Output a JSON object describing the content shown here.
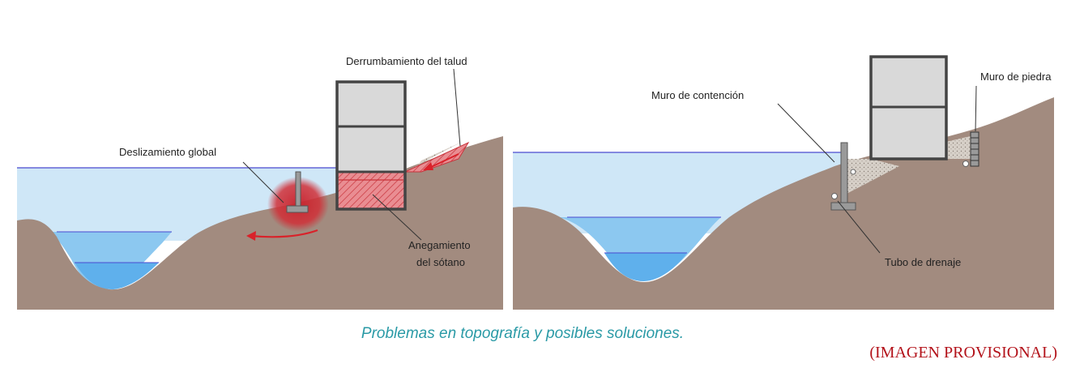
{
  "colors": {
    "ground": "#a28b7f",
    "water_light": "#cfe7f7",
    "water_mid": "#8cc8f0",
    "water_deep": "#5fb0ec",
    "water_line": "#4a4ad0",
    "building_fill": "#d9d9d9",
    "building_stroke": "#444444",
    "danger_red": "#d9222a",
    "fill_soil": "#cfc8c0",
    "caption": "#2a9aa6",
    "stamp": "#b3121a"
  },
  "left_panel": {
    "labels": {
      "slope_collapse": "Derrumbamiento del talud",
      "global_slide": "Deslizamiento global",
      "basement_flood_line1": "Anegamiento",
      "basement_flood_line2": "del sótano"
    }
  },
  "right_panel": {
    "labels": {
      "retaining_wall": "Muro de contención",
      "stone_wall": "Muro de piedra",
      "drain_pipe": "Tubo de drenaje"
    }
  },
  "caption": "Problemas en topografía y posibles soluciones.",
  "stamp": "(IMAGEN PROVISIONAL)"
}
